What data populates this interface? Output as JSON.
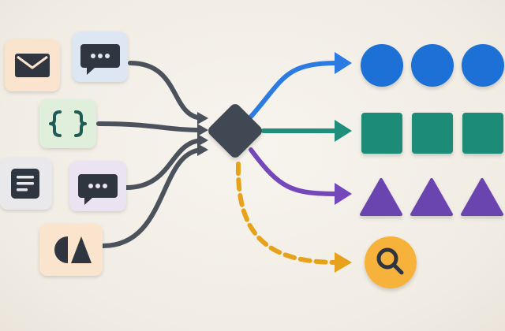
{
  "diagram": {
    "inputs": [
      {
        "id": "mail",
        "icon": "envelope-icon",
        "tile_color": "#fbe4cd"
      },
      {
        "id": "chat-top",
        "icon": "chat-bubble-icon",
        "tile_color": "#dde6f3"
      },
      {
        "id": "code",
        "icon": "curly-braces-icon",
        "tile_color": "#e0eedc"
      },
      {
        "id": "document",
        "icon": "document-lines-icon",
        "tile_color": "#e9e9ec"
      },
      {
        "id": "chat-bottom",
        "icon": "chat-bubble-icon",
        "tile_color": "#ebe2f2"
      },
      {
        "id": "shapes",
        "icon": "shapes-icon",
        "tile_color": "#fbe4cd"
      }
    ],
    "hub": {
      "icon": "diamond-hub",
      "color": "#3f4852"
    },
    "outputs": [
      {
        "id": "circles",
        "shape": "circle",
        "count": 3,
        "color": "#1f6fd6",
        "arrow_color": "#2b7be3",
        "dashed": false
      },
      {
        "id": "squares",
        "shape": "square",
        "count": 3,
        "color": "#1e8c79",
        "arrow_color": "#1f8e7c",
        "dashed": false
      },
      {
        "id": "triangles",
        "shape": "triangle",
        "count": 3,
        "color": "#6b45b0",
        "arrow_color": "#7447bb",
        "dashed": false
      },
      {
        "id": "search",
        "shape": "search-icon",
        "count": 1,
        "color": "#f6b23a",
        "arrow_color": "#e6a21b",
        "dashed": true
      }
    ],
    "colors": {
      "connector": "#4b525c",
      "icon_dark": "#2f363f",
      "background": "#f3f0e9"
    }
  }
}
